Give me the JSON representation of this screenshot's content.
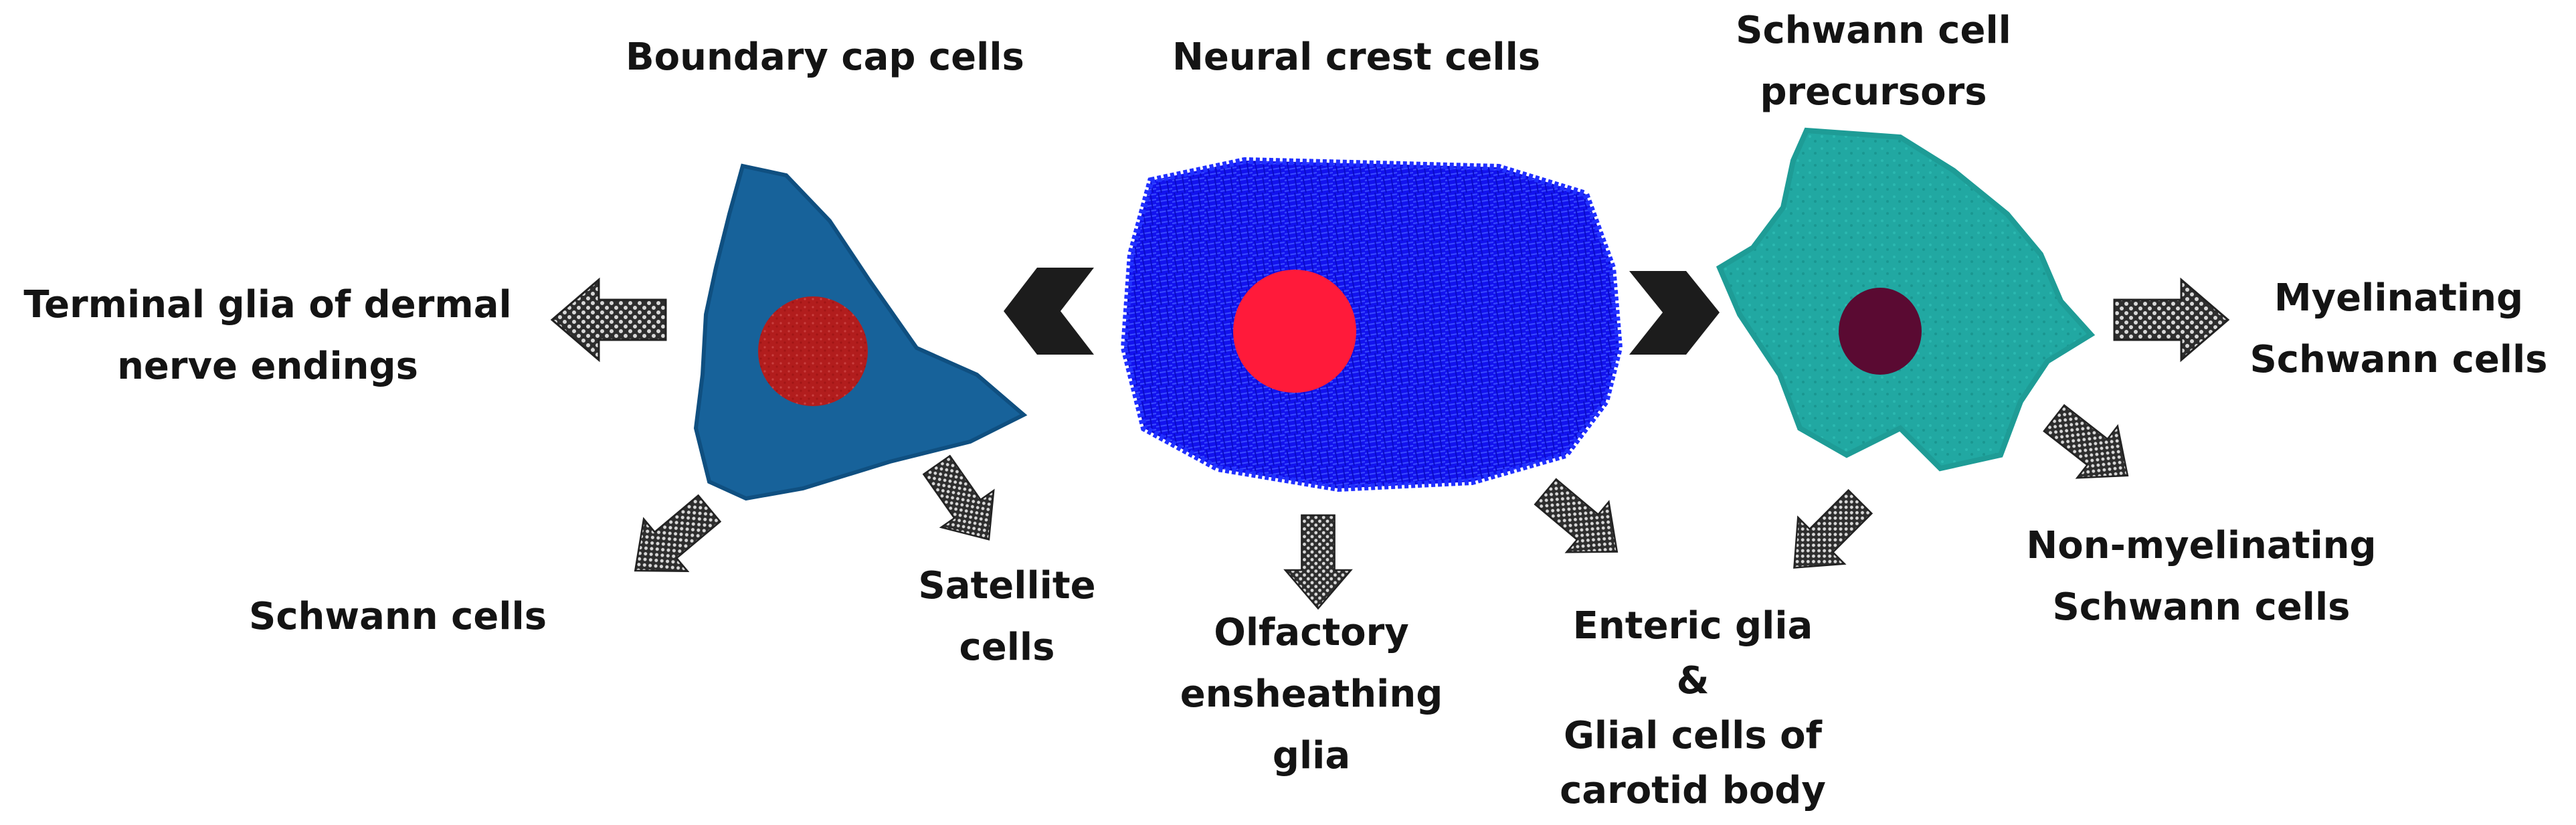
{
  "labels": {
    "boundary_cap": "Boundary cap cells",
    "neural_crest": "Neural crest cells",
    "schwann_precursors": [
      "Schwann cell",
      "precursors"
    ],
    "terminal_glia": [
      "Terminal glia of dermal",
      "nerve endings"
    ],
    "myelinating": [
      "Myelinating",
      "Schwann cells"
    ],
    "schwann_cells": "Schwann cells",
    "satellite": [
      "Satellite",
      "cells"
    ],
    "olfactory": [
      "Olfactory",
      "ensheathing",
      "glia"
    ],
    "enteric": [
      "Enteric glia",
      "&",
      "Glial cells of",
      "carotid body"
    ],
    "non_myelinating": [
      "Non-myelinating",
      "Schwann cells"
    ]
  },
  "colors": {
    "boundary_cap_cell": "#17629a",
    "boundary_cap_nucleus": "#b32020",
    "neural_crest_cell": "#1010f0",
    "neural_crest_nucleus": "#ff1a3a",
    "schwann_precursor_cell": "#20a6a0",
    "schwann_precursor_nucleus": "#5a0a32",
    "arrow_fill": "#3a3a3a",
    "chevron_fill": "#1c1c1c"
  },
  "icons": {
    "neural_crest_to_boundary_cap": "chevron-left-icon",
    "neural_crest_to_schwann_precursors": "chevron-right-icon",
    "to_terminal_glia": "arrow-left-icon",
    "to_myelinating": "arrow-right-icon",
    "to_schwann_cells": "arrow-down-left-icon",
    "to_satellite": "arrow-down-right-icon",
    "to_olfactory": "arrow-down-icon",
    "to_enteric": "arrow-down-right-icon",
    "from_precursors_to_enteric": "arrow-down-left-icon",
    "to_non_myelinating": "arrow-down-right-icon"
  }
}
